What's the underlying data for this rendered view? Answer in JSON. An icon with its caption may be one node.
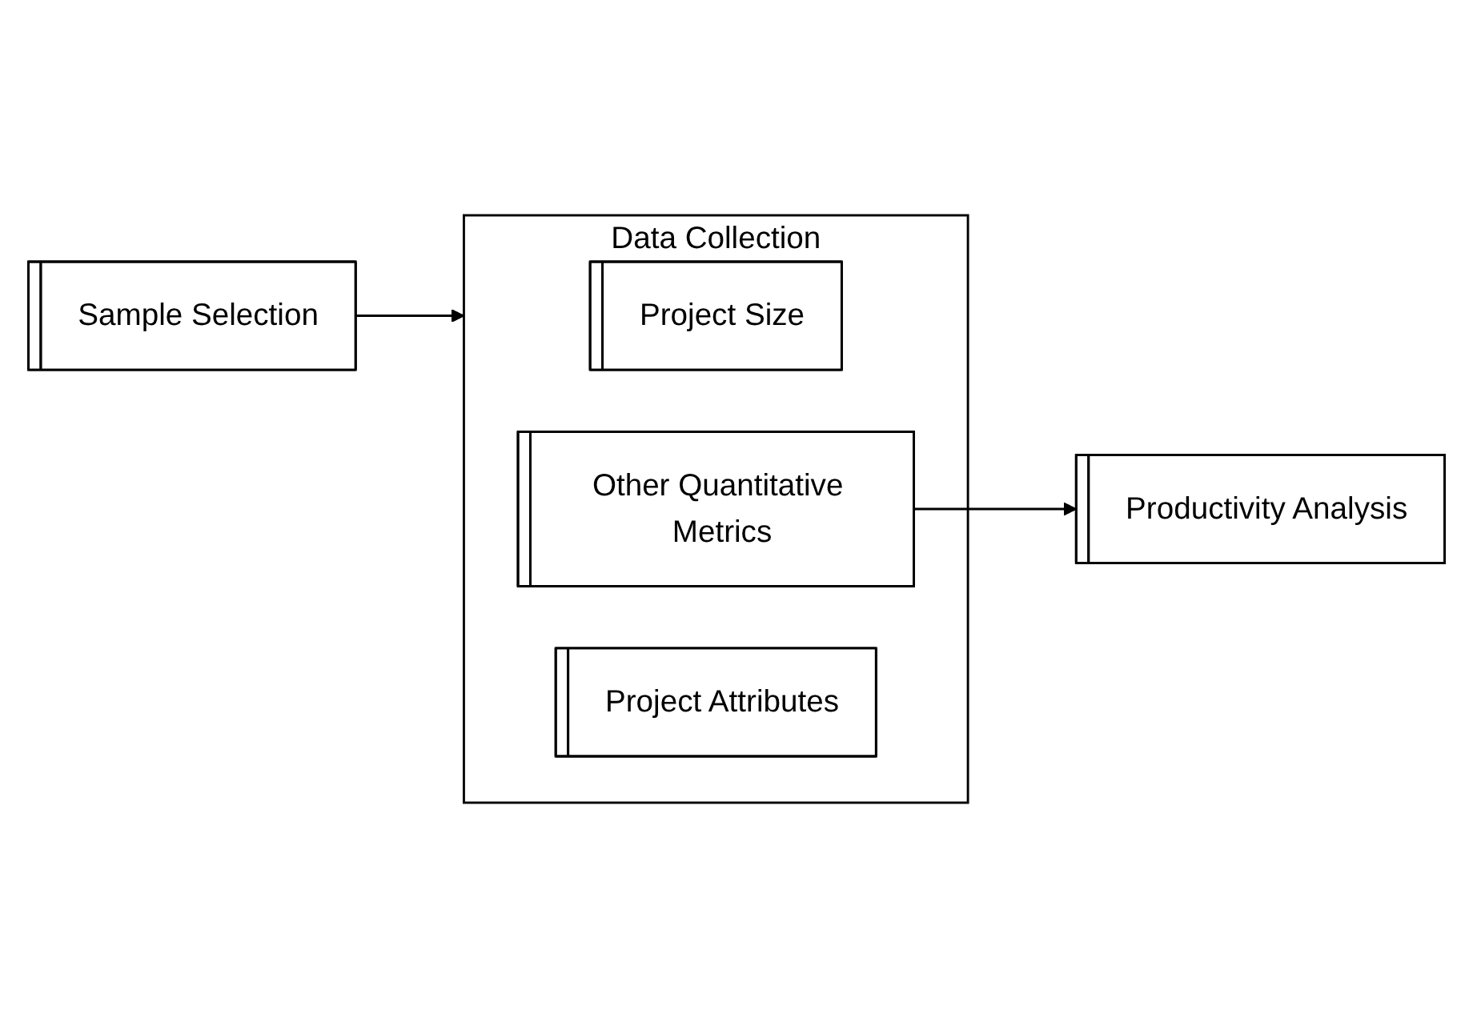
{
  "diagram": {
    "nodes": [
      {
        "text": [
          "Sample Selection"
        ]
      },
      {
        "text": [
          "Data Collection"
        ]
      },
      {
        "text": [
          "Project Size"
        ],
        "in": 1
      },
      {
        "text": [
          "Other Quantitative Metrics"
        ],
        "in": 1
      },
      {
        "text": [
          "Project Attributes"
        ],
        "in": 1
      },
      {
        "text": [
          "Productivity Analysis"
        ]
      }
    ],
    "edges": [
      {
        "from": 0,
        "to": 1,
        "arrow": "to"
      },
      {
        "from": 3,
        "to": 5,
        "arrow": "to"
      }
    ]
  }
}
